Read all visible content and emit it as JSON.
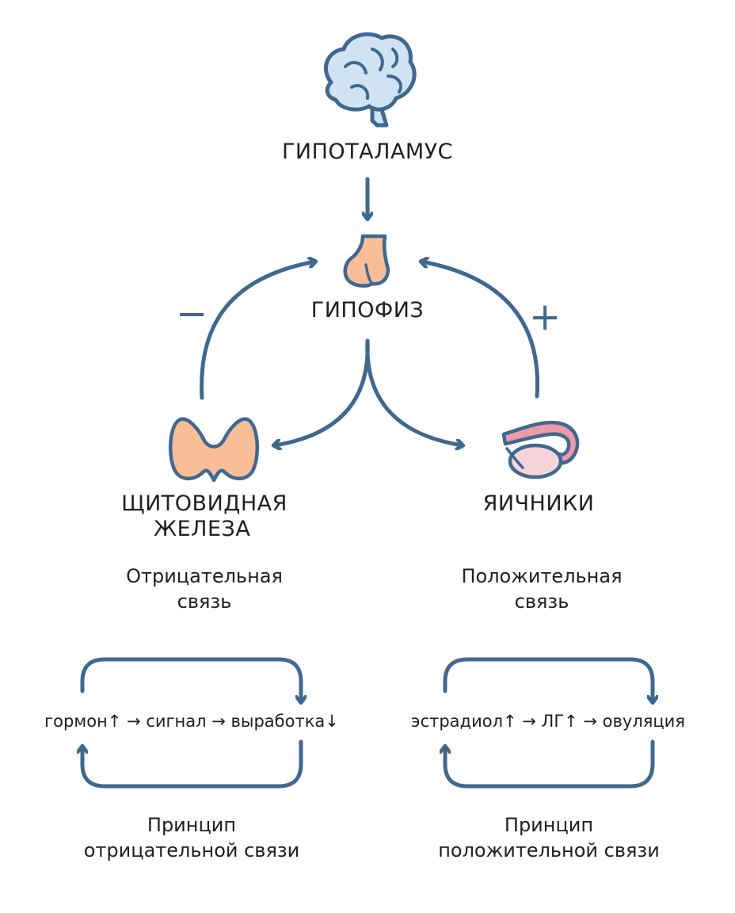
{
  "organs": {
    "hypothalamus": "ГИПОТАЛАМУС",
    "pituitary": "ГИПОФИЗ",
    "thyroid_line1": "ЩИТОВИДНАЯ",
    "thyroid_line2": "ЖЕЛЕЗА",
    "ovaries": "ЯИЧНИКИ"
  },
  "signs": {
    "negative": "−",
    "positive": "+"
  },
  "feedback": {
    "negative_line1": "Отрицательная",
    "negative_line2": "связь",
    "positive_line1": "Положительная",
    "positive_line2": "связь"
  },
  "loops": {
    "negative_chain": "гормон↑ → сигнал → выработка↓",
    "positive_chain": "эстрадиол↑ → ЛГ↑ → овуляция",
    "negative_caption_line1": "Принцип",
    "negative_caption_line2": "отрицательной связи",
    "positive_caption_line1": "Принцип",
    "positive_caption_line2": "положительной связи"
  },
  "icons": [
    "brain-icon",
    "pituitary-icon",
    "thyroid-icon",
    "ovary-icon"
  ],
  "colors": {
    "arrow": "#3f6890",
    "brain_fill": "#cfe3f2",
    "gland_fill": "#f9be97",
    "ovary_fill": "#f7d4da",
    "tube_fill": "#ef9aa8"
  }
}
